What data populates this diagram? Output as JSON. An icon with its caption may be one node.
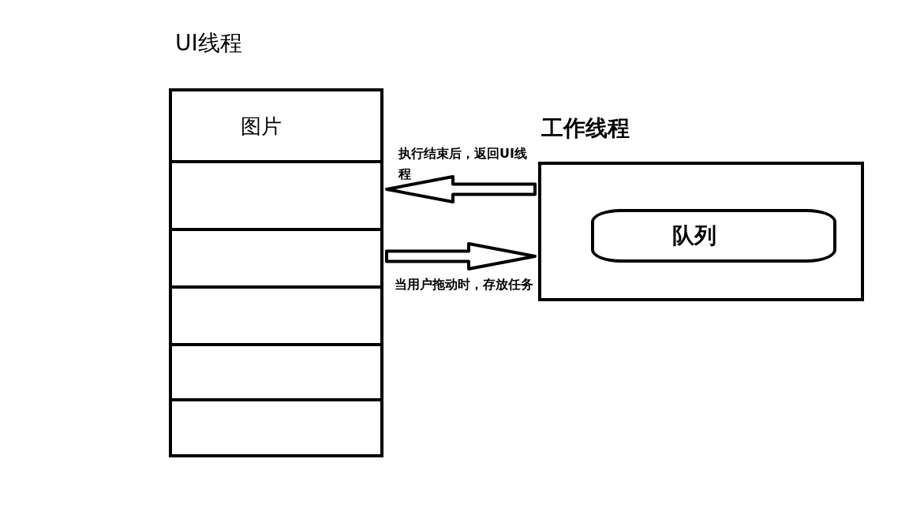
{
  "diagram": {
    "nodes": [
      {
        "text": [
          "UI线程"
        ]
      },
      {
        "text": [
          "图片"
        ],
        "in": 0
      },
      {
        "text": [],
        "shape": "box",
        "in": 0
      },
      {
        "text": [],
        "shape": "box",
        "in": 0
      },
      {
        "text": [],
        "shape": "box",
        "in": 0
      },
      {
        "text": [],
        "shape": "box",
        "in": 0
      },
      {
        "text": [],
        "shape": "box",
        "in": 0
      },
      {
        "text": [
          "工作线程"
        ]
      },
      {
        "text": [
          "队列"
        ],
        "in": 7
      }
    ],
    "edges": [
      {
        "from": 7,
        "to": 0,
        "arrow": "to",
        "label": "执行结束后，返回UI线程"
      },
      {
        "from": 0,
        "to": 7,
        "arrow": "to",
        "label": "当用户拖动时，存放任务"
      }
    ]
  }
}
